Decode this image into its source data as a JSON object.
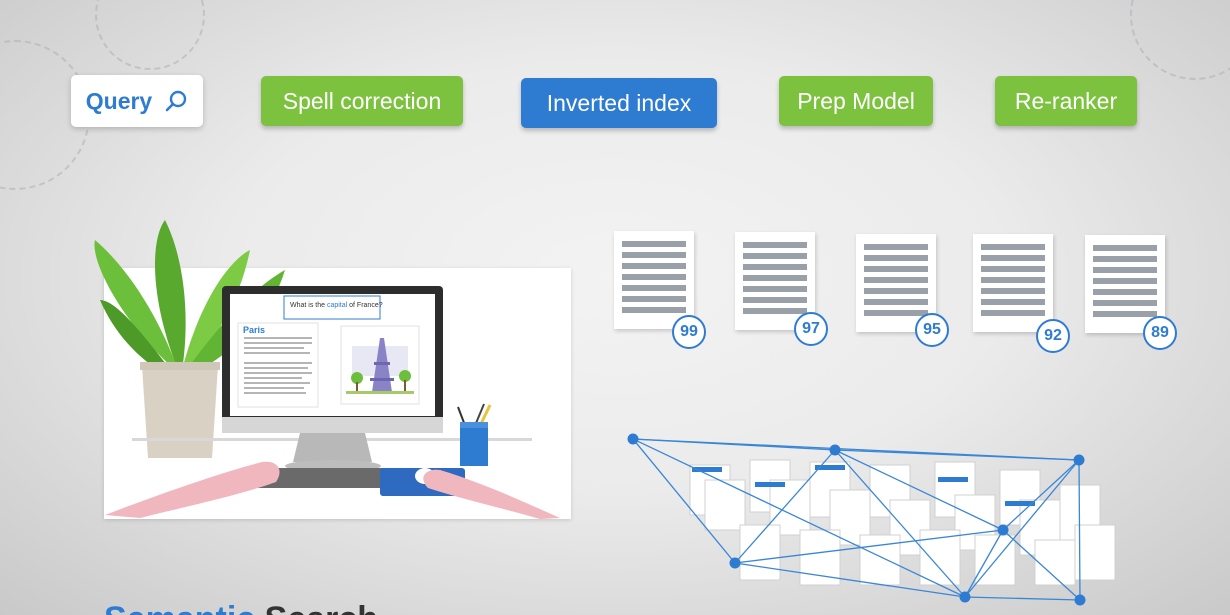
{
  "pipeline": {
    "query_label": "Query",
    "steps": [
      "Spell correction",
      "Inverted index",
      "Prep Model",
      "Re-ranker"
    ]
  },
  "scene": {
    "search_prefix": "What is the ",
    "search_highlight": "capital",
    "search_suffix": " of France?",
    "result_heading": "Paris"
  },
  "scores": [
    "99",
    "97",
    "95",
    "92",
    "89"
  ],
  "footer": {
    "word1": "Semantic",
    "word2": "Search"
  },
  "colors": {
    "accent_blue": "#2e7cd2",
    "accent_green": "#7cc23f"
  }
}
